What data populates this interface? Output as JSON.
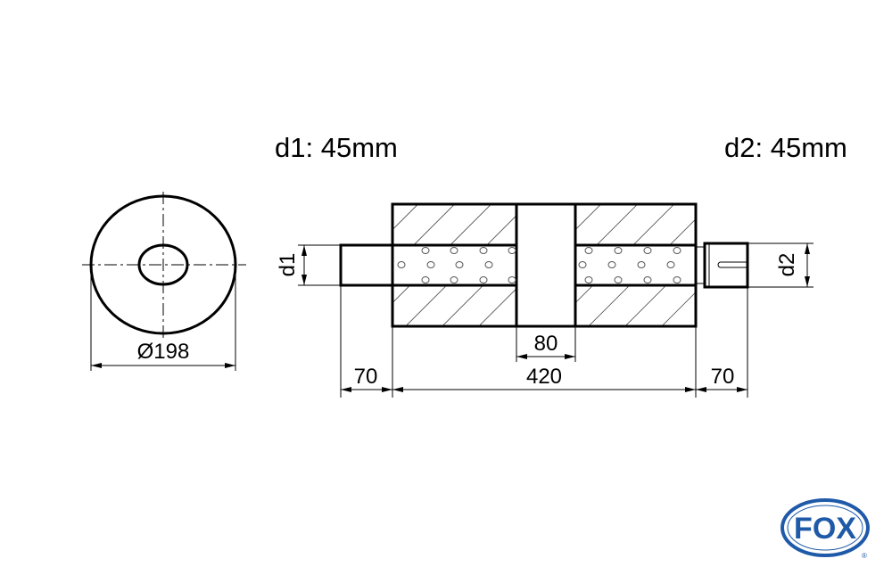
{
  "title_d1": "d1: 45mm",
  "title_d2": "d2: 45mm",
  "dimensions": {
    "diameter": "Ø198",
    "inlet_length": "70",
    "body_length": "420",
    "center_gap": "80",
    "outlet_length": "70",
    "d1_label": "d1",
    "d2_label": "d2"
  },
  "logo": {
    "text": "FOX",
    "mark": "®",
    "color": "#1f5aa8"
  }
}
